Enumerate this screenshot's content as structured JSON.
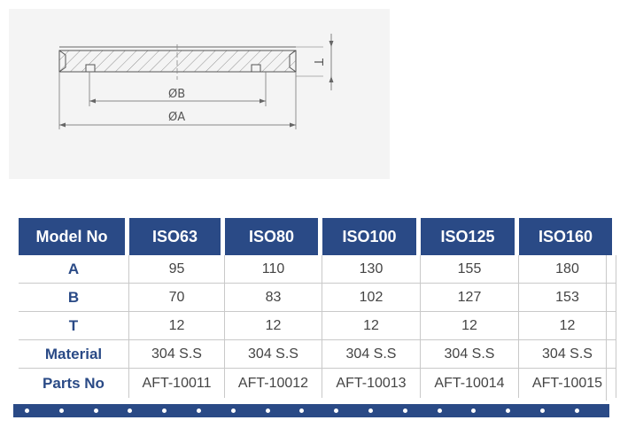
{
  "drawing": {
    "dim_b_label": "ØB",
    "dim_a_label": "ØA",
    "dim_t_label": "T"
  },
  "table": {
    "header_label": "Model No",
    "models": [
      "ISO63",
      "ISO80",
      "ISO100",
      "ISO125",
      "ISO160"
    ],
    "rows": [
      {
        "label": "A",
        "values": [
          "95",
          "110",
          "130",
          "155",
          "180"
        ]
      },
      {
        "label": "B",
        "values": [
          "70",
          "83",
          "102",
          "127",
          "153"
        ]
      },
      {
        "label": "T",
        "values": [
          "12",
          "12",
          "12",
          "12",
          "12"
        ]
      },
      {
        "label": "Material",
        "values": [
          "304 S.S",
          "304 S.S",
          "304 S.S",
          "304 S.S",
          "304 S.S"
        ]
      },
      {
        "label": "Parts No",
        "values": [
          "AFT-10011",
          "AFT-10012",
          "AFT-10013",
          "AFT-10014",
          "AFT-10015"
        ]
      }
    ]
  },
  "colors": {
    "header_bg": "#2a4a86",
    "label_text": "#2a4a86",
    "value_text": "#444444"
  }
}
